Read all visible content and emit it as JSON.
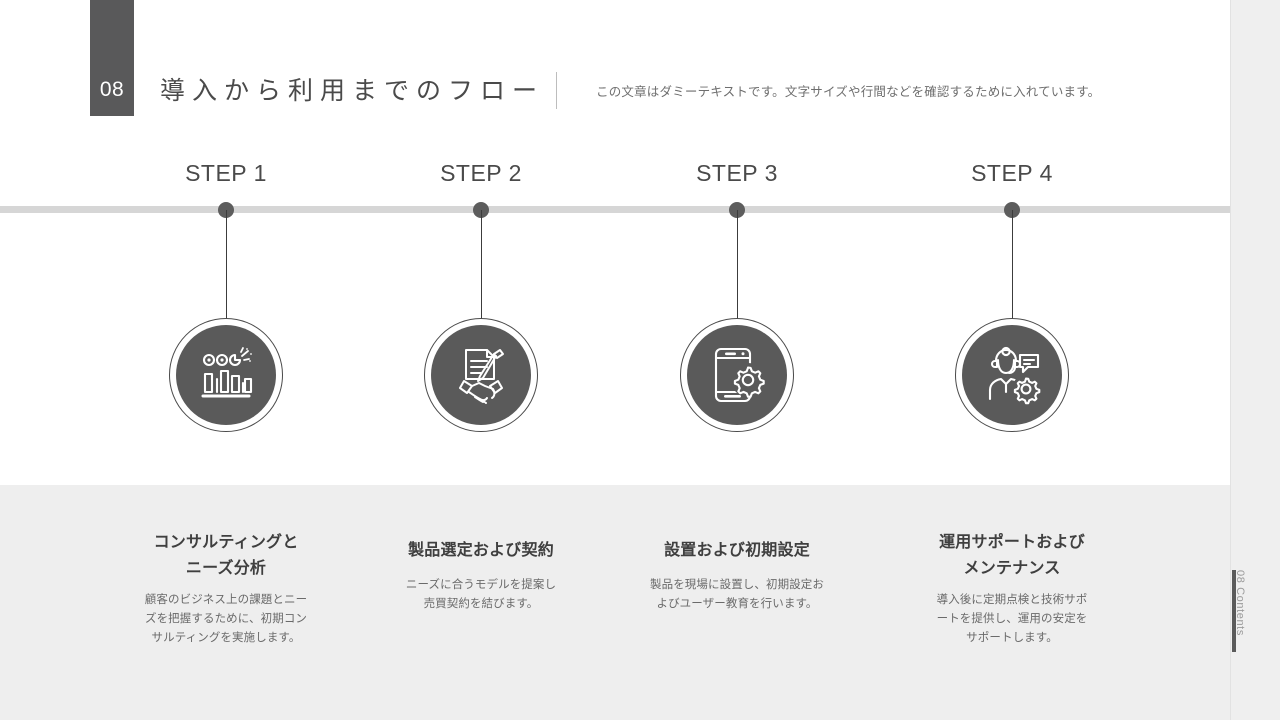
{
  "header": {
    "number_badge": "08",
    "title": "導入から利用までのフロー",
    "subtitle": "この文章はダミーテキストです。文字サイズや行間などを確認するために入れています。"
  },
  "right_rail": {
    "label": "08 Contents"
  },
  "colors": {
    "dark_gray": "#59595a",
    "icon_circle_fill": "#5a5a5a",
    "timeline_bar": "#d6d6d6",
    "bottom_panel": "#eeeeee",
    "rail_bg": "#efefef",
    "title_text": "#4a4a4a",
    "body_text": "#6a6a6a"
  },
  "steps": [
    {
      "label": "STEP 1",
      "icon": "analytics-chart-icon",
      "heading": "コンサルティングと\nニーズ分析",
      "heading_lines": [
        "コンサルティングと",
        "ニーズ分析"
      ],
      "body": "顧客のビジネス上の課題とニーズを把握するために、初期コンサルティングを実施します。",
      "body_lines": [
        "顧客のビジネス上の課題とニー",
        "ズを把握するために、初期コン",
        "サルティングを実施します。"
      ]
    },
    {
      "label": "STEP 2",
      "icon": "contract-handshake-icon",
      "heading": "製品選定および契約",
      "heading_lines": [
        "製品選定および契約"
      ],
      "body": "ニーズに合うモデルを提案し売買契約を結びます。",
      "body_lines": [
        "ニーズに合うモデルを提案し",
        "売買契約を結びます。"
      ]
    },
    {
      "label": "STEP 3",
      "icon": "smartphone-gear-icon",
      "heading": "設置および初期設定",
      "heading_lines": [
        "設置および初期設定"
      ],
      "body": "製品を現場に設置し、初期設定およびユーザー教育を行います。",
      "body_lines": [
        "製品を現場に設置し、初期設定お",
        "よびユーザー教育を行います。"
      ]
    },
    {
      "label": "STEP 4",
      "icon": "support-agent-gear-icon",
      "heading": "運用サポートおよび\nメンテナンス",
      "heading_lines": [
        "運用サポートおよび",
        "メンテナンス"
      ],
      "body": "導入後に定期点検と技術サポートを提供し、運用の安定をサポートします。",
      "body_lines": [
        "導入後に定期点検と技術サポ",
        "ートを提供し、運用の安定を",
        "サポートします。"
      ]
    }
  ]
}
